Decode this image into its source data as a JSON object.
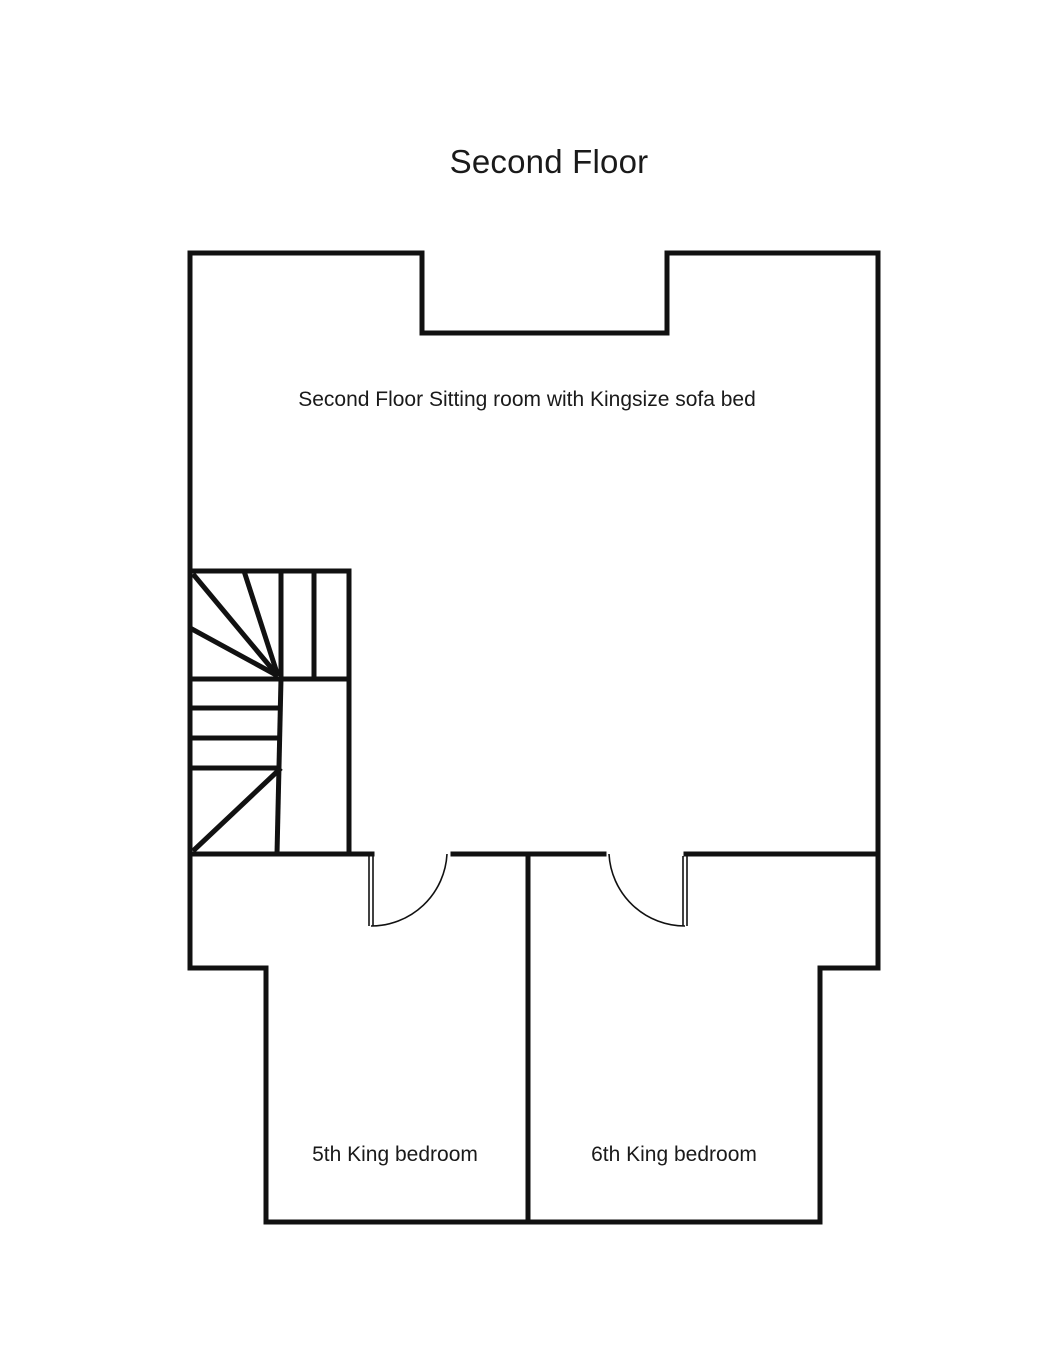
{
  "title": "Second Floor",
  "rooms": {
    "sitting_room": "Second Floor Sitting room with Kingsize sofa bed",
    "bedroom_5": "5th King bedroom",
    "bedroom_6": "6th King bedroom"
  }
}
